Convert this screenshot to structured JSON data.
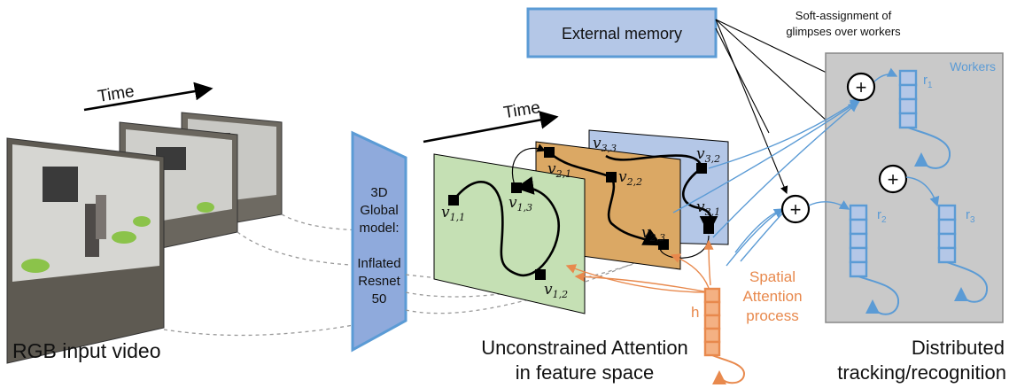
{
  "time_labels": [
    "Time",
    "Time"
  ],
  "input_caption": "RGB input video",
  "model_text": [
    "3D",
    "Global",
    "model:",
    "",
    "Inflated",
    "Resnet",
    "50"
  ],
  "feature_caption": [
    "Unconstrained Attention",
    "in feature space"
  ],
  "node_labels": {
    "v11": "v",
    "v11_sub": "1,1",
    "v13": "v",
    "v13_sub": "1,3",
    "v12": "v",
    "v12_sub": "1,2",
    "v21": "v",
    "v21_sub": "2,1",
    "v22": "v",
    "v22_sub": "2,2",
    "v23": "v",
    "v23_sub": "2,3",
    "v31": "v",
    "v31_sub": "3,1",
    "v32": "v",
    "v32_sub": "3,2",
    "v33": "v",
    "v33_sub": "3,3"
  },
  "memory_label": "External memory",
  "soft_assign": [
    "Soft-assignment of",
    "glimpses over workers"
  ],
  "workers_label": "Workers",
  "worker_names": [
    "r",
    "r",
    "r"
  ],
  "worker_subs": [
    "1",
    "2",
    "3"
  ],
  "plus_symbol": "+",
  "spatial_label": [
    "Spatial",
    "Attention",
    "process"
  ],
  "hidden_label": "h",
  "distributed_caption": [
    "Distributed",
    "tracking/recognition"
  ],
  "colors": {
    "green_plane": "#c5e0b4",
    "orange_plane": "#dba864",
    "blue_plane": "#b4c7e7",
    "memory_box": "#b4c7e7",
    "memory_border": "#5b9bd5",
    "model_fill": "#8faadc",
    "workers_panel": "#c9c9c9",
    "accent_orange": "#e8894d",
    "accent_blue": "#5b9bd5"
  }
}
